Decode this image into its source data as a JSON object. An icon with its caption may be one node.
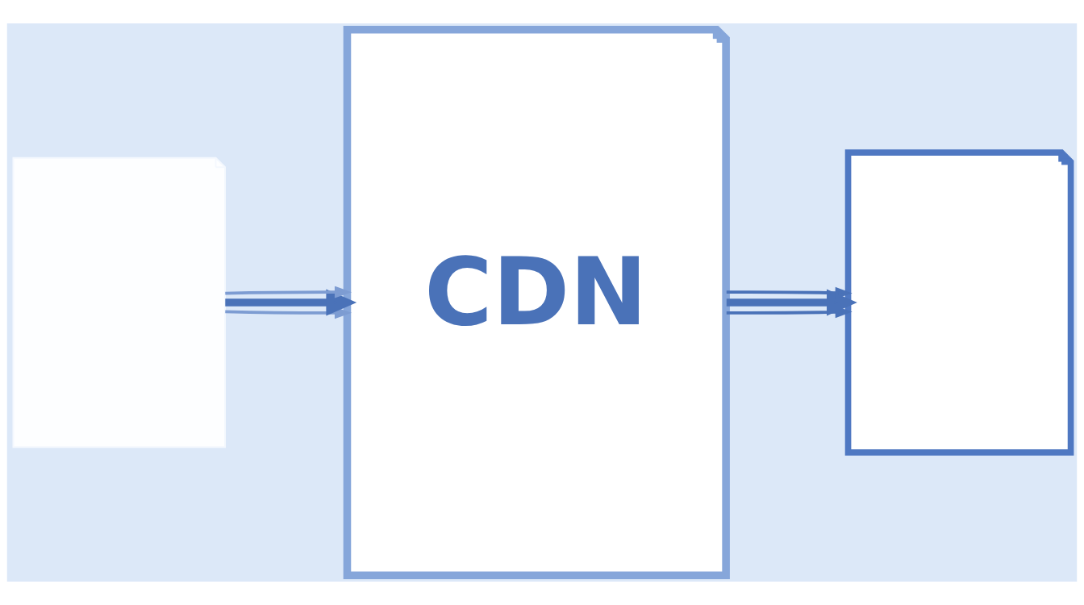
{
  "diagram": {
    "nodes": [
      {
        "text": [],
        "shape": "document"
      },
      {
        "text": [
          "CDN"
        ]
      },
      {
        "text": [],
        "shape": "document"
      }
    ],
    "edges": [
      {
        "from": 0,
        "to": 1,
        "arrow": "to",
        "color": "#7d9cd2"
      },
      {
        "from": 0,
        "to": 1,
        "arrow": "to",
        "style": "thick"
      },
      {
        "from": 0,
        "to": 1,
        "arrow": "to",
        "color": "#7d9cd2"
      },
      {
        "from": 1,
        "to": 2,
        "arrow": "to"
      },
      {
        "from": 1,
        "to": 2,
        "arrow": "to",
        "style": "thick"
      },
      {
        "from": 1,
        "to": 2,
        "arrow": "to"
      }
    ]
  }
}
